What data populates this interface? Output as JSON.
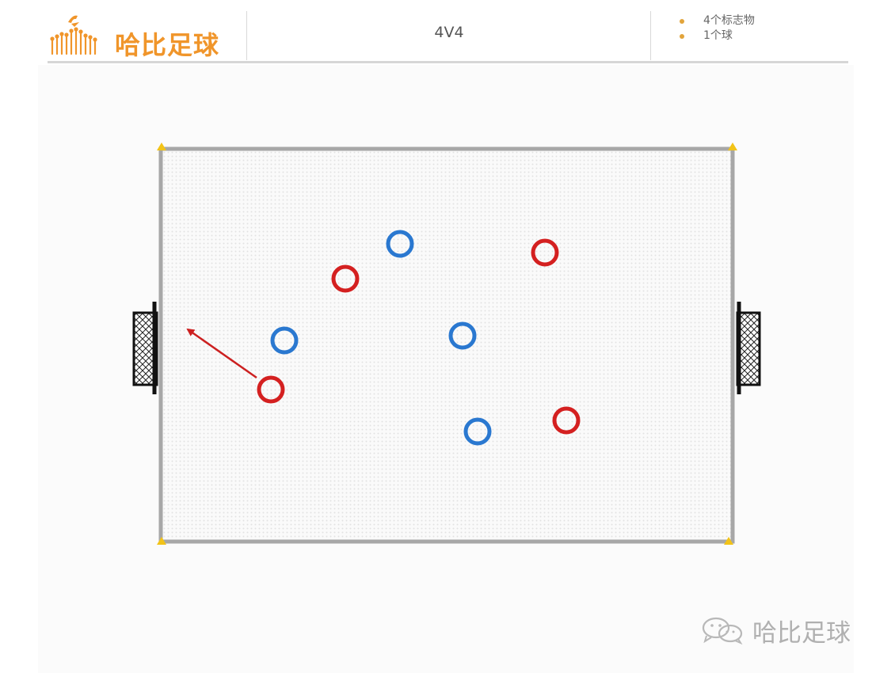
{
  "brand": {
    "logo_text": "哈比足球",
    "logo_color": "#f0952a"
  },
  "header": {
    "title": "4V4",
    "equipment": [
      "4个标志物",
      "1个球"
    ]
  },
  "pitch": {
    "line_color": "#a7a7a7",
    "field_color": "#f4f4f4",
    "cone_color": "#f2c318",
    "cones": 4,
    "goals": [
      "left-goal",
      "right-goal"
    ]
  },
  "players": {
    "red_color": "#d42020",
    "blue_color": "#2a78d0",
    "red_team": 4,
    "blue_team": 4
  },
  "arrow": {
    "color": "#cc2020",
    "meaning": "pass-direction"
  },
  "watermark": {
    "icon": "wechat-icon",
    "text": "哈比足球"
  }
}
